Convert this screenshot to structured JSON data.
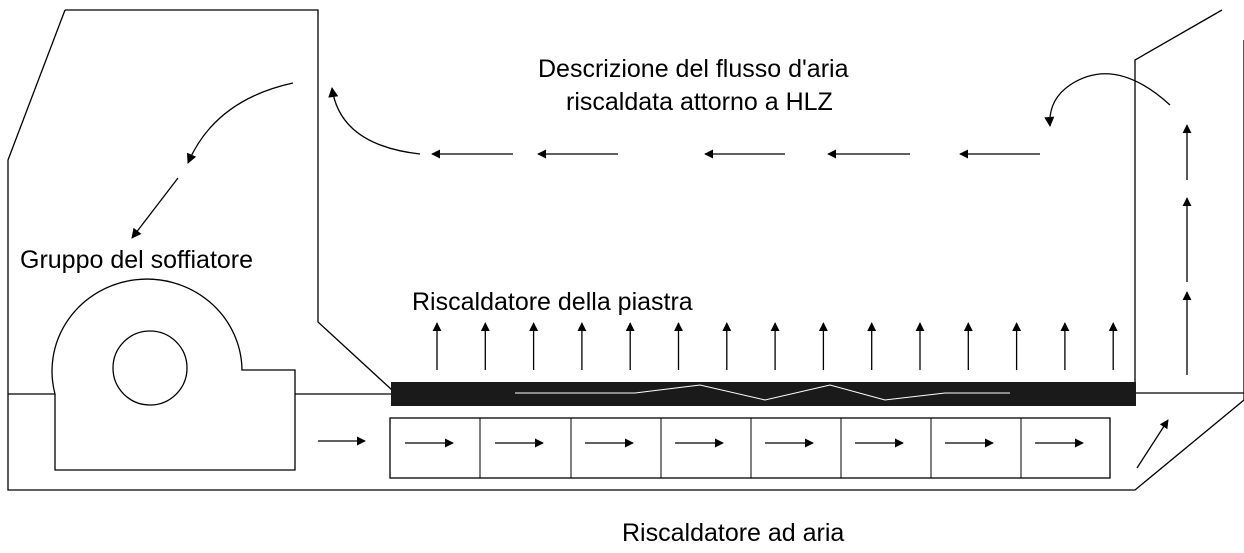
{
  "labels": {
    "title_line1": "Descrizione del flusso d'aria",
    "title_line2": "riscaldata attorno a HLZ",
    "blower_group": "Gruppo del soffiatore",
    "plate_heater": "Riscaldatore della piastra",
    "air_heater": "Riscaldatore ad aria"
  },
  "colors": {
    "line": "#000000",
    "plate": "#1a1a1a",
    "background": "#ffffff"
  },
  "icons": {
    "arrow": "arrow-icon",
    "blower": "blower-fan-icon"
  }
}
